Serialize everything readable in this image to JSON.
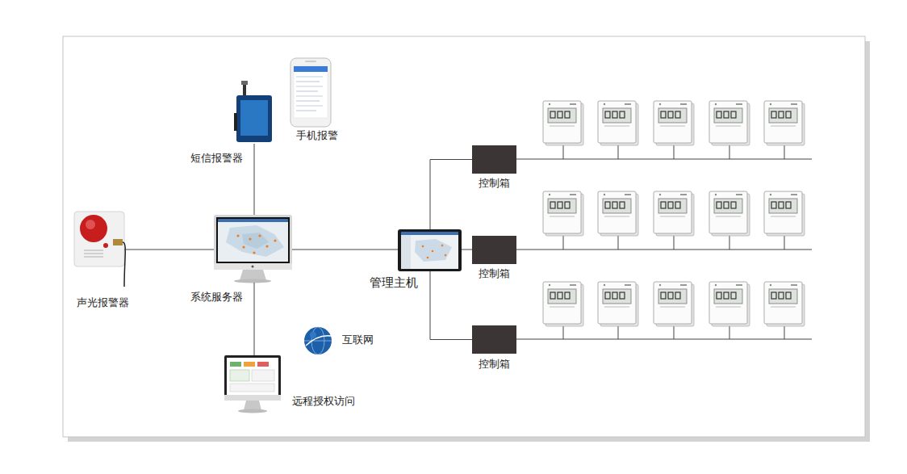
{
  "diagram": {
    "nodes": [
      {
        "text": [
          "短信报警器"
        ]
      },
      {
        "text": [
          "手机报警"
        ]
      },
      {
        "text": [
          "声光报警器"
        ]
      },
      {
        "text": [
          "系统服务器"
        ]
      },
      {
        "text": [
          "管理主机"
        ]
      },
      {
        "text": [
          "控制箱"
        ]
      },
      {
        "text": [
          "控制箱"
        ]
      },
      {
        "text": [
          "控制箱"
        ]
      },
      {
        "text": [
          "互联网"
        ]
      },
      {
        "text": [
          "远程授权访问"
        ]
      }
    ],
    "edges": [
      {
        "from": 0,
        "to": 3,
        "arrow": "none"
      },
      {
        "from": 2,
        "to": 3,
        "arrow": "none"
      },
      {
        "from": 3,
        "to": 4,
        "arrow": "none"
      },
      {
        "from": 4,
        "to": 5,
        "arrow": "none"
      },
      {
        "from": 4,
        "to": 6,
        "arrow": "none"
      },
      {
        "from": 4,
        "to": 7,
        "arrow": "none"
      },
      {
        "from": 3,
        "to": 9,
        "arrow": "none"
      }
    ]
  }
}
